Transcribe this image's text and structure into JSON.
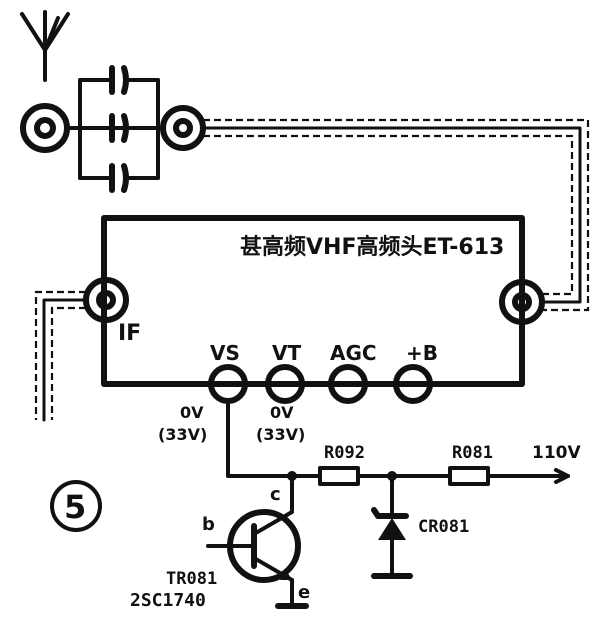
{
  "figure_number": "5",
  "tuner": {
    "title": "甚高频VHF高频头ET-613",
    "if_label": "IF"
  },
  "terminals": {
    "vs": {
      "label": "VS",
      "voltage": "0V",
      "alt_voltage": "(33V)"
    },
    "vt": {
      "label": "VT",
      "voltage": "0V",
      "alt_voltage": "(33V)"
    },
    "agc": {
      "label": "AGC"
    },
    "b_plus": {
      "label": "+B"
    }
  },
  "components": {
    "r092": {
      "label": "R092"
    },
    "r081": {
      "label": "R081"
    },
    "cr081": {
      "label": "CR081"
    },
    "tr081": {
      "label": "TR081",
      "part": "2SC1740"
    },
    "transistor_pins": {
      "base": "b",
      "collector": "c",
      "emitter": "e"
    }
  },
  "supply": {
    "label": "110V"
  },
  "colors": {
    "ink": "#111111",
    "background": "#ffffff"
  }
}
